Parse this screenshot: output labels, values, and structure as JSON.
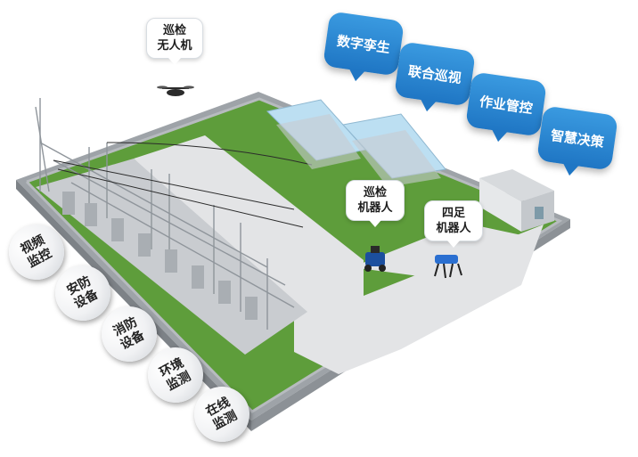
{
  "callouts": {
    "drone": [
      "巡检",
      "无人机"
    ],
    "patrol_robot": [
      "巡检",
      "机器人"
    ],
    "quadruped_robot": [
      "四足",
      "机器人"
    ]
  },
  "platform_bubbles": [
    "数字孪生",
    "联合巡视",
    "作业管控",
    "智慧决策"
  ],
  "subsystems": [
    [
      "视频",
      "监控"
    ],
    [
      "安防",
      "设备"
    ],
    [
      "消防",
      "设备"
    ],
    [
      "环境",
      "监测"
    ],
    [
      "在线",
      "监测"
    ]
  ],
  "colors": {
    "platform_blue": "#2a86d2",
    "grass": "#5d9c3a",
    "road": "#e3e4e6",
    "base": "#9aa0a6"
  }
}
